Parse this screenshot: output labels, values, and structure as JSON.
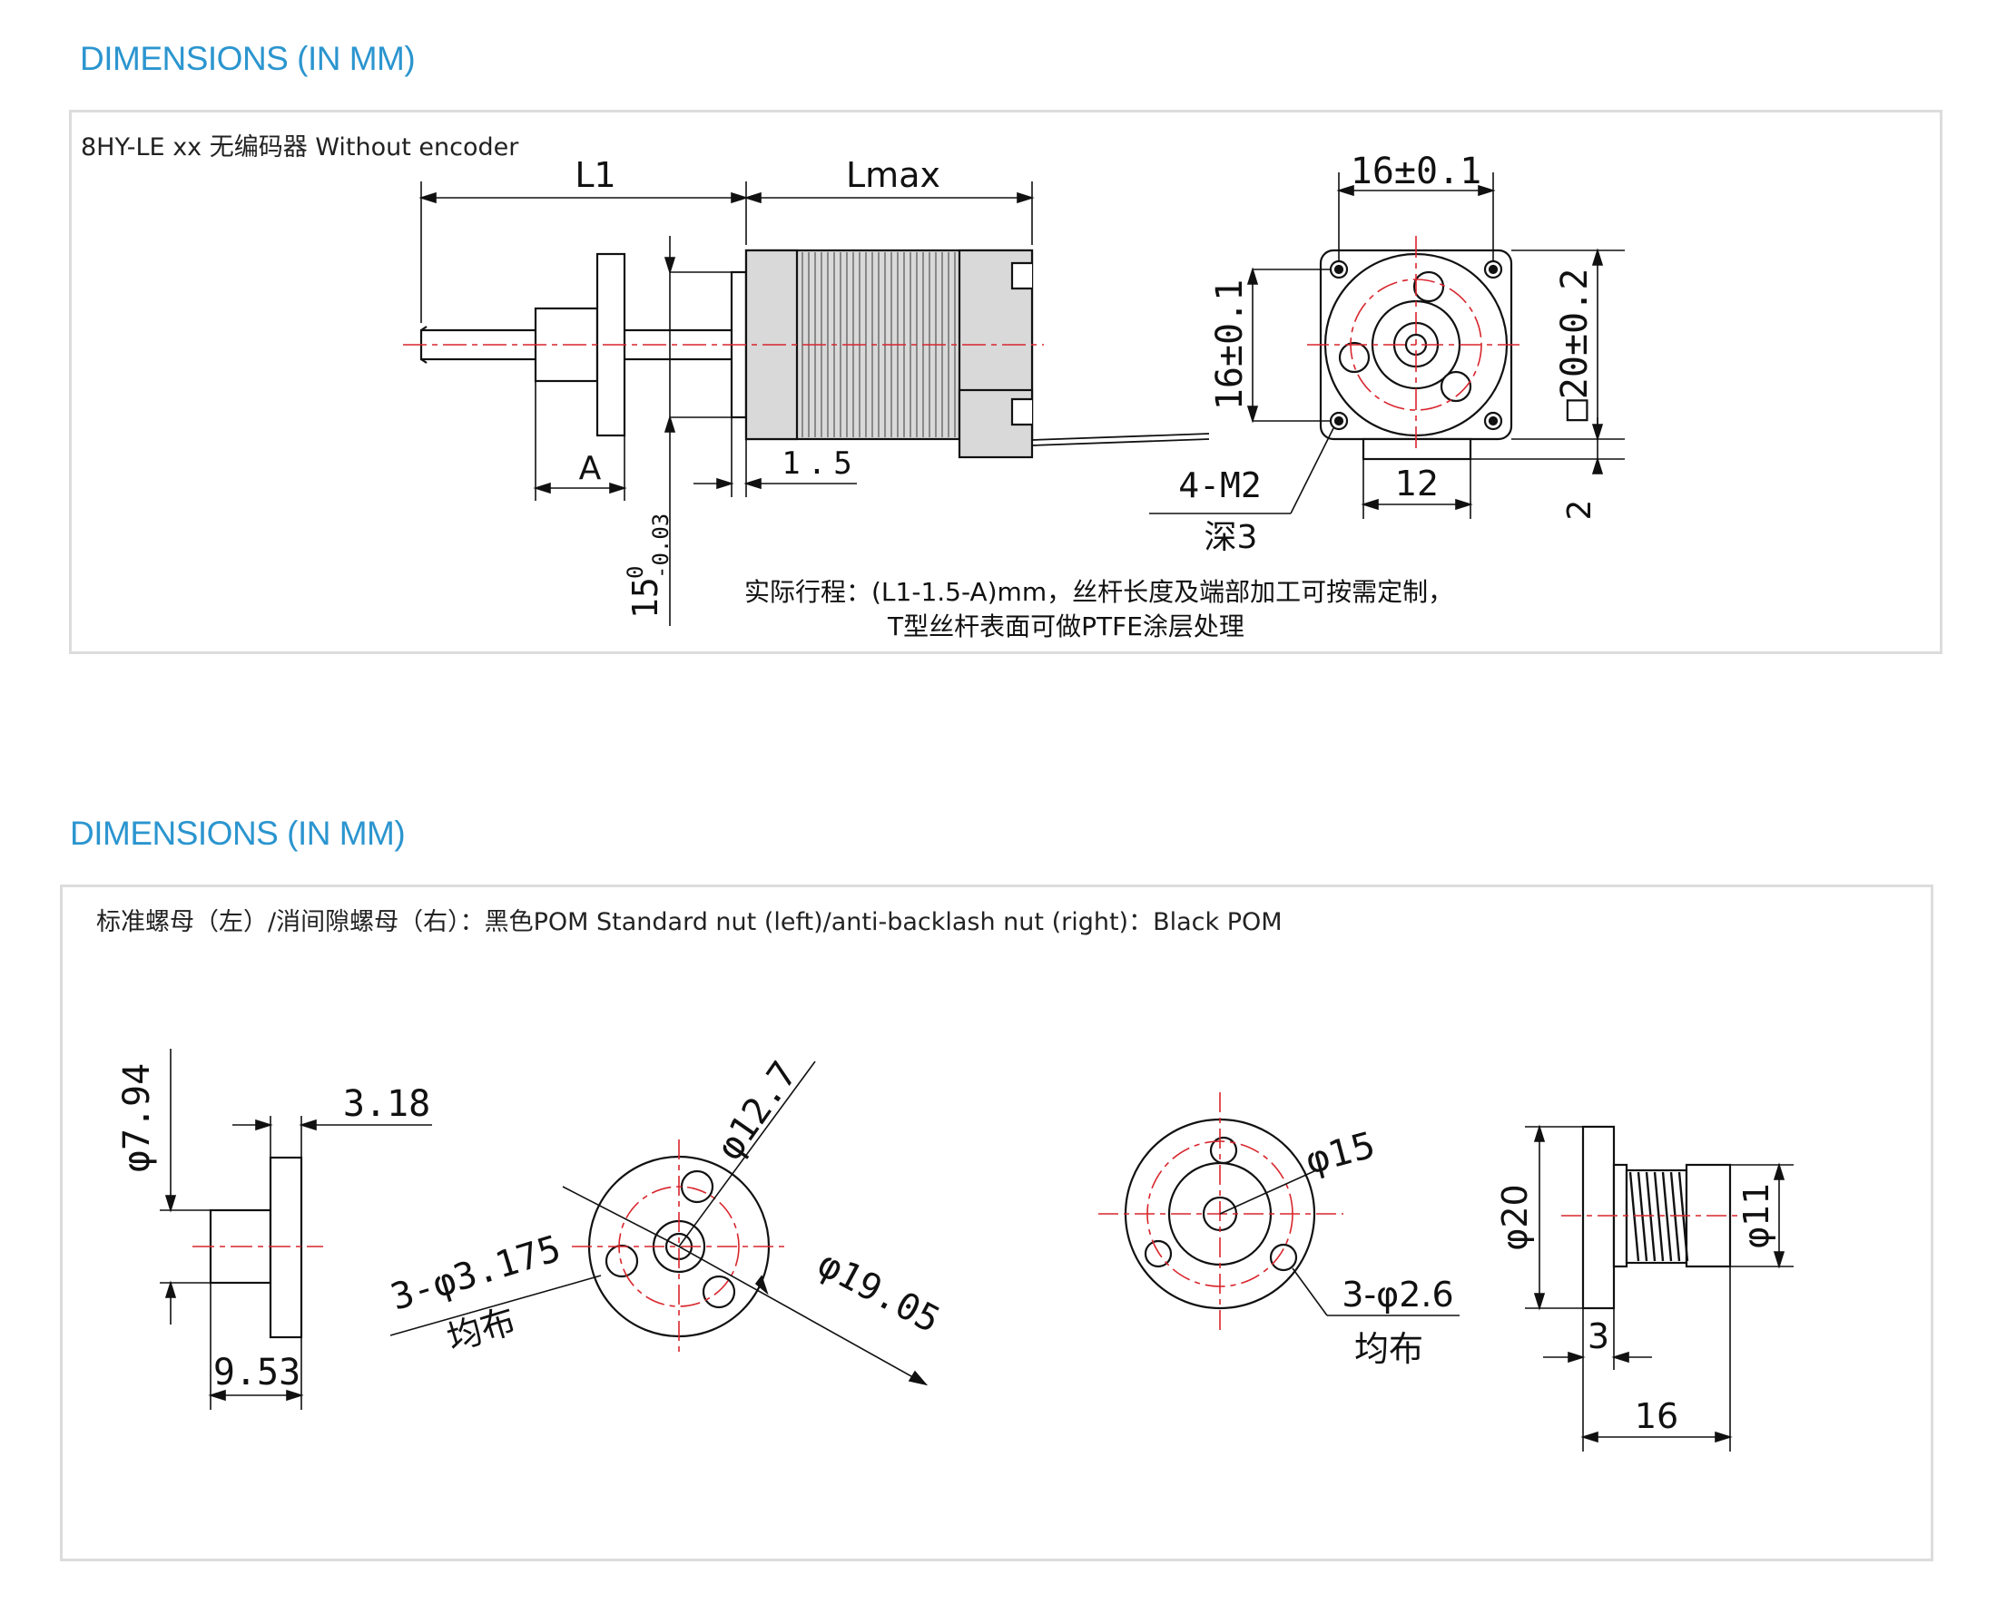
{
  "section1": {
    "title": "DIMENSIONS (IN MM)",
    "caption": "8HY-LE xx  无编码器  Without encoder",
    "labels": {
      "L1": "L1",
      "Lmax": "Lmax",
      "A": "A",
      "d15": "1.5",
      "tol15": "15",
      "tol15_upper": "0",
      "tol15_lower": "-0.03",
      "w16": "16±0.1",
      "h16": "16±0.1",
      "sq20": "□20±0.2",
      "m2": "4-M2",
      "deep3": "深3",
      "w12": "12",
      "h2": "2"
    },
    "note_line1": "实际行程：(L1-1.5-A)mm，丝杆长度及端部加工可按需定制，",
    "note_line2": "T型丝杆表面可做PTFE涂层处理"
  },
  "section2": {
    "title": "DIMENSIONS (IN MM)",
    "caption": "标准螺母（左）/消间隙螺母（右）：黑色POM     Standard nut (left)/anti-backlash nut (right)：Black POM",
    "labels": {
      "d794": "φ7.94",
      "w318": "3.18",
      "w953": "9.53",
      "d127": "φ12.7",
      "holes3175": "3-φ3.175",
      "even1": "均布",
      "d1905": "φ19.05",
      "d15": "φ15",
      "holes26": "3-φ2.6",
      "even2": "均布",
      "d20": "φ20",
      "d11": "φ11",
      "w3": "3",
      "w16": "16"
    }
  },
  "colors": {
    "accent": "#2b95cf",
    "centerline": "#d8262d",
    "line": "#111111",
    "body_fill": "#d9d9d9"
  }
}
